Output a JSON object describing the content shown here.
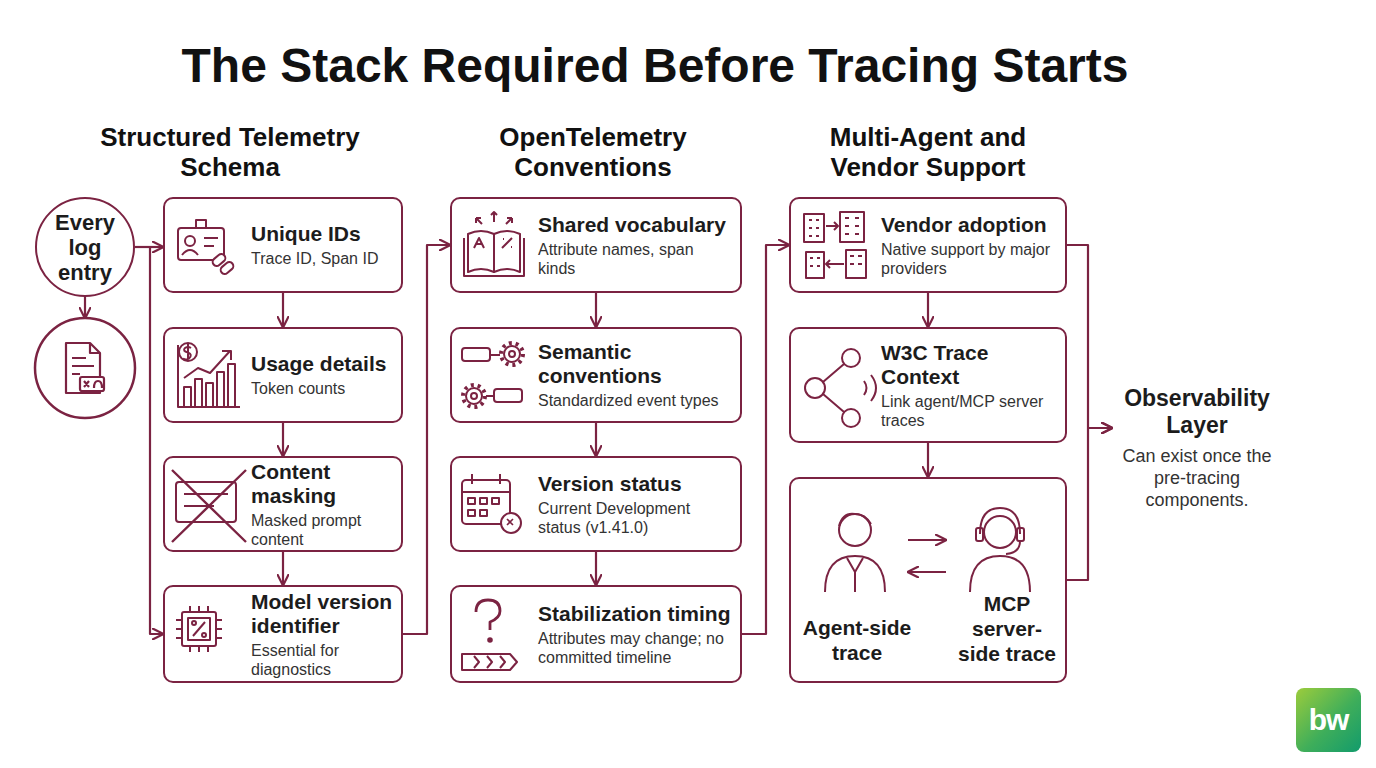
{
  "diagram": {
    "title": "The Stack Required Before Tracing Starts",
    "nodes": [
      {
        "text": [
          "Every log entry"
        ]
      },
      {
        "text": [
          "Unique IDs",
          "Trace ID, Span ID"
        ]
      },
      {
        "text": [
          "Usage details",
          "Token counts"
        ]
      },
      {
        "text": [
          "Content masking",
          "Masked prompt content"
        ]
      },
      {
        "text": [
          "Model version identifier",
          "Essential for diagnostics"
        ]
      },
      {
        "text": [
          "Shared vocabulary",
          "Attribute names, span kinds"
        ]
      },
      {
        "text": [
          "Semantic conventions",
          "Standardized event types"
        ]
      },
      {
        "text": [
          "Version status",
          "Current Development status (v1.41.0)"
        ]
      },
      {
        "text": [
          "Stabilization timing",
          "Attributes may change; no committed timeline"
        ]
      },
      {
        "text": [
          "Vendor adoption",
          "Native support by major providers"
        ]
      },
      {
        "text": [
          "W3C Trace Context",
          "Link agent/MCP server traces"
        ]
      },
      {
        "text": [
          "Agent-side trace",
          "MCP server-side trace"
        ]
      },
      {
        "text": [
          "Observability Layer",
          "Can exist once the pre-tracing components."
        ]
      }
    ],
    "edges": [
      {
        "from": 0,
        "to": 1,
        "arrow": "to"
      },
      {
        "from": 0,
        "to": 4,
        "arrow": "to"
      },
      {
        "from": 1,
        "to": 2,
        "arrow": "to"
      },
      {
        "from": 2,
        "to": 3,
        "arrow": "to"
      },
      {
        "from": 3,
        "to": 4,
        "arrow": "to"
      },
      {
        "from": 4,
        "to": 5,
        "arrow": "to"
      },
      {
        "from": 5,
        "to": 6,
        "arrow": "to"
      },
      {
        "from": 6,
        "to": 7,
        "arrow": "to"
      },
      {
        "from": 7,
        "to": 8,
        "arrow": "to"
      },
      {
        "from": 8,
        "to": 9,
        "arrow": "to"
      },
      {
        "from": 9,
        "to": 10,
        "arrow": "to"
      },
      {
        "from": 10,
        "to": 11,
        "arrow": "to"
      },
      {
        "from": 9,
        "to": 12,
        "arrow": "to"
      },
      {
        "from": 11,
        "to": 12,
        "arrow": "to"
      }
    ],
    "labels": [
      "Structured Telemetry Schema",
      "OpenTelemetry Conventions",
      "Multi-Agent and Vendor Support",
      "bw"
    ]
  }
}
